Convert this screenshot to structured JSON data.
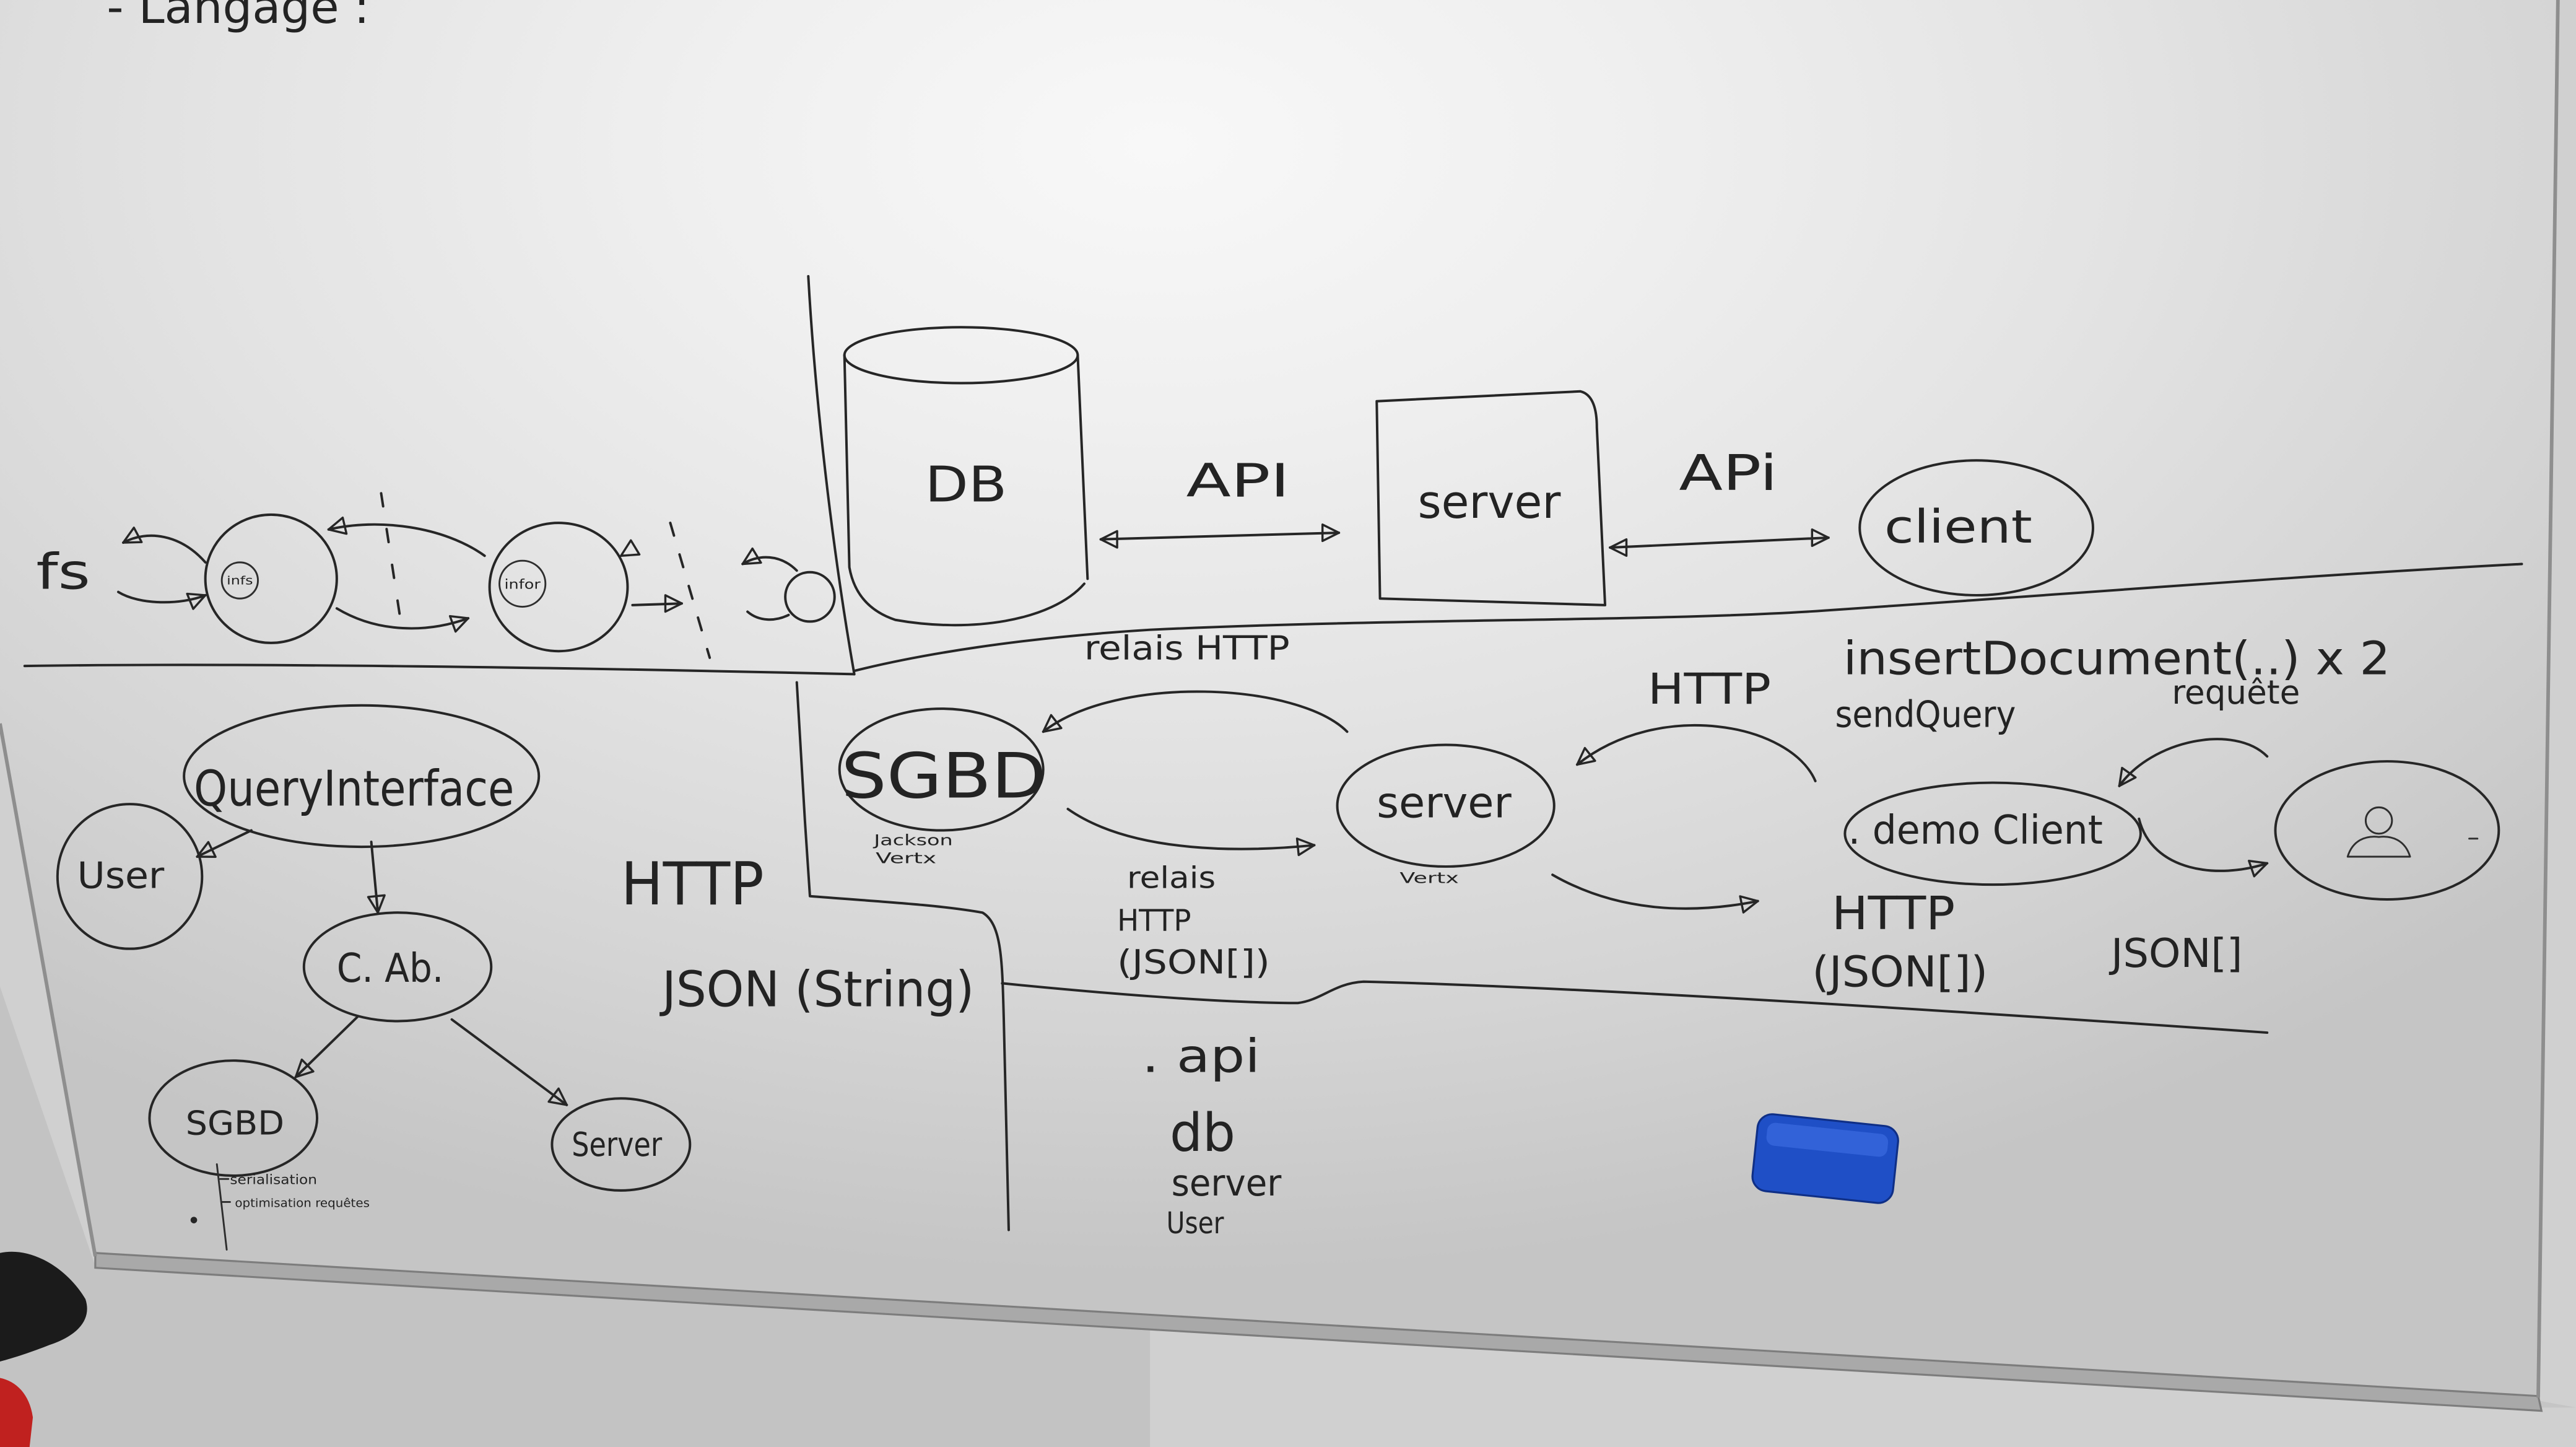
{
  "board": {
    "header_fragment": "- Langage :"
  },
  "storage_flow": {
    "fs_label": "fs",
    "node_a_label": "infs",
    "node_b_label": "infor"
  },
  "architecture": {
    "db_label": "DB",
    "db_api_label": "API",
    "server_label": "server",
    "client_api_label": "APi",
    "client_label": "client",
    "relay_label": "relais HTTP"
  },
  "components": {
    "query_interface": "QueryInterface",
    "user": "User",
    "core": "C. Ab.",
    "sgbd": "SGBD",
    "server": "Server",
    "sgbd_notes": [
      "serialisation",
      "optimisation requêtes"
    ]
  },
  "protocol": {
    "transport": "HTTP",
    "format": "JSON (String)"
  },
  "request_flow": {
    "sgbd": "SGBD",
    "sgbd_libs": [
      "Jackson",
      "Vertx"
    ],
    "relay_lines": [
      "relais",
      "HTTP",
      "(JSON[])"
    ],
    "server": "server",
    "server_lib": "Vertx",
    "request_label": "HTTP",
    "response_lines": [
      "HTTP",
      "(JSON[])"
    ],
    "client": ". demo Client",
    "client_calls": [
      "insertDocument(..) x 2",
      "sendQuery"
    ],
    "user_request": "requête",
    "user_response": "JSON[]"
  },
  "modules": [
    ". api",
    "db",
    "server",
    "User"
  ],
  "colors": {
    "ink": "#262626",
    "board": "#ececec",
    "eraser": "#1f4fc6"
  },
  "icons": {
    "user": "person-icon",
    "eraser": "eraser"
  }
}
